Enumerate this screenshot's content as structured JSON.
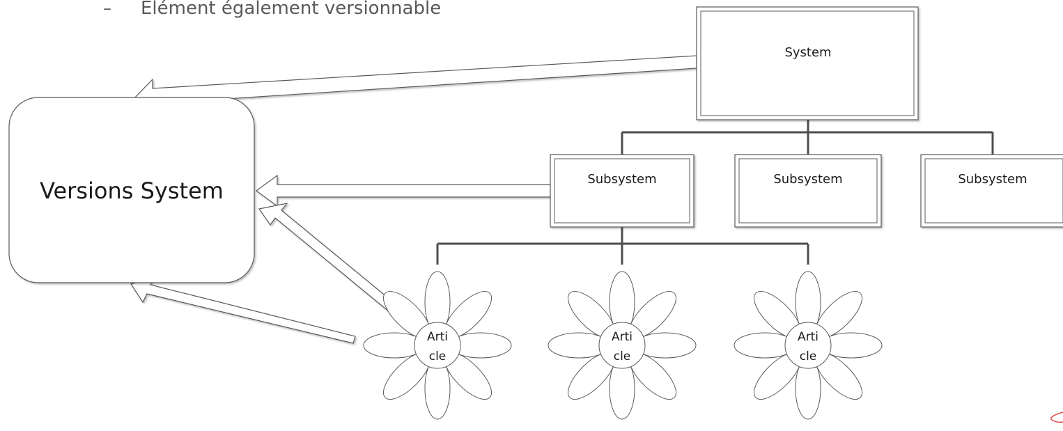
{
  "bullet": {
    "dash": "–",
    "text": "Elément également versionnable"
  },
  "nodes": {
    "versions_system": "Versions System",
    "system": "System",
    "subsystems": [
      "Subsystem",
      "Subsystem",
      "Subsystem"
    ],
    "articles": [
      {
        "line1": "Arti",
        "line2": "cle"
      },
      {
        "line1": "Arti",
        "line2": "cle"
      },
      {
        "line1": "Arti",
        "line2": "cle"
      }
    ]
  },
  "colors": {
    "stroke": "#595959",
    "connector": "#4d4d4d",
    "text": "#1a1a1a",
    "mark": "#e05252"
  }
}
